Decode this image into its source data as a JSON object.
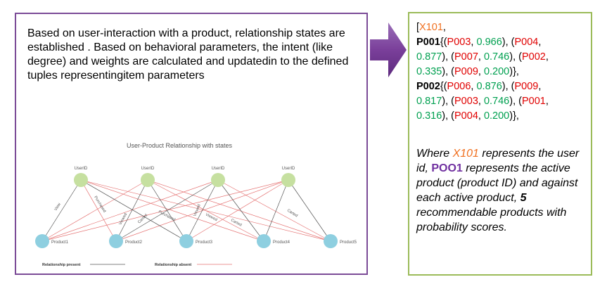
{
  "left_panel": {
    "paragraph": "Based on user-interaction with a product, relationship states are established . Based on behavioral parameters, the intent (like degree) and weights are calculated and updatedin to the defined tuples representingitem parameters"
  },
  "diagram": {
    "title": "User-Product Relationship with states",
    "users": [
      "UserID",
      "UserID",
      "UserID",
      "UserID"
    ],
    "products": [
      "Product1",
      "Product2",
      "Product3",
      "Product4",
      "Product5"
    ],
    "edge_labels": {
      "view": "View",
      "purchased_1": "Purchased",
      "viewed_1": "Viewed",
      "carted_1": "Carted",
      "purchased_2": "Purchased",
      "viewed_2": "Viewed",
      "viewed_3": "Viewed",
      "carted_2": "Carted",
      "carted_3": "Carted"
    },
    "legend": {
      "present": "Relationship present",
      "absent": "Relationship absent"
    },
    "colors": {
      "user_node": "#c6e0a0",
      "product_node": "#8ecfe0",
      "present_edge": "#555555",
      "absent_edge": "#e57373"
    }
  },
  "right_panel": {
    "l1_open": "[",
    "l1_user": "X101",
    "l1_comma": ",",
    "l2_key": "P001",
    "l2_open": "{(",
    "l2_p1": "P003",
    "l2_s1": "0.966",
    "l2_mid1": "), (",
    "l2_p2": "P004",
    "l2_end": ",",
    "l3_s2": "0.877",
    "l3_mid1": "), (",
    "l3_p3": "P007",
    "l3_s3": "0.746",
    "l3_mid2": "), (",
    "l3_p4": "P002",
    "l3_end": ",",
    "l4_s4": "0.335",
    "l4_mid1": "), (",
    "l4_p5": "P009",
    "l4_s5": "0.200",
    "l4_end": ")},",
    "l5_key": "P002",
    "l5_open": "{(",
    "l5_p1": "P006",
    "l5_s1": "0.876",
    "l5_mid1": "), (",
    "l5_p2": "P009",
    "l5_end": ",",
    "l6_s2": "0.817",
    "l6_mid1": "), (",
    "l6_p3": "P003",
    "l6_s3": "0.746",
    "l6_mid2": "), (",
    "l6_p4": "P001",
    "l6_end": ",",
    "l7_s4": "0.316",
    "l7_mid1": "), (",
    "l7_p5": "P004",
    "l7_s5": "0.200",
    "l7_end": ")},",
    "sep": ", ",
    "note_where": "Where ",
    "note_user": "X101",
    "note_mid1": " represents the user id,  ",
    "note_poo": "POO1",
    "note_mid2": " represents the active product (product ID) and against each active product, ",
    "note_num": "5",
    "note_mid3": " recommendable products with probability scores."
  }
}
